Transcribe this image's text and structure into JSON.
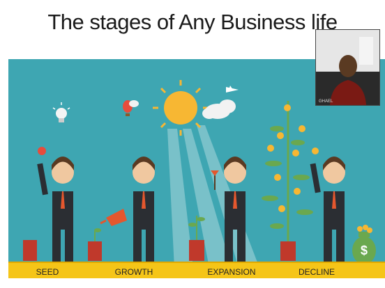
{
  "slide": {
    "title": "The stages of Any Business life",
    "stages": [
      {
        "label": "SEED"
      },
      {
        "label": "GROWTH"
      },
      {
        "label": "EXPANSION"
      },
      {
        "label": "DECLINE"
      }
    ]
  },
  "video_tile": {
    "participant_name": "GHAEL"
  },
  "colors": {
    "background": "#3ea6b2",
    "ground": "#f5c518",
    "suit": "#2b2e33",
    "tie": "#e4572e",
    "pot": "#c0392b",
    "plant": "#6aa84f",
    "sun": "#f7b733"
  },
  "icons": [
    "lightbulb-icon",
    "balloon-icon",
    "sun-icon",
    "cloud-icon",
    "airplane-icon",
    "money-bag-icon"
  ]
}
